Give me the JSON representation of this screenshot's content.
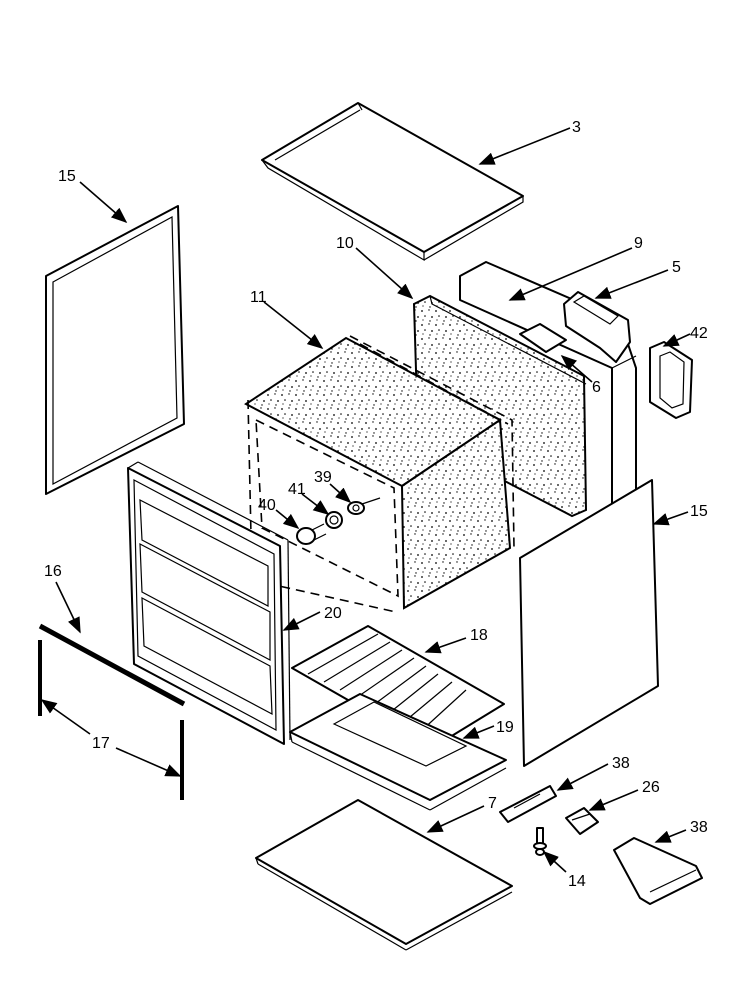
{
  "diagram": {
    "callouts": [
      {
        "id": "c3",
        "label": "3"
      },
      {
        "id": "c15a",
        "label": "15"
      },
      {
        "id": "c10",
        "label": "10"
      },
      {
        "id": "c9",
        "label": "9"
      },
      {
        "id": "c5",
        "label": "5"
      },
      {
        "id": "c11",
        "label": "11"
      },
      {
        "id": "c42",
        "label": "42"
      },
      {
        "id": "c6",
        "label": "6"
      },
      {
        "id": "c39",
        "label": "39"
      },
      {
        "id": "c41",
        "label": "41"
      },
      {
        "id": "c40",
        "label": "40"
      },
      {
        "id": "c15b",
        "label": "15"
      },
      {
        "id": "c16",
        "label": "16"
      },
      {
        "id": "c20",
        "label": "20"
      },
      {
        "id": "c18",
        "label": "18"
      },
      {
        "id": "c19",
        "label": "19"
      },
      {
        "id": "c17",
        "label": "17"
      },
      {
        "id": "c38a",
        "label": "38"
      },
      {
        "id": "c26",
        "label": "26"
      },
      {
        "id": "c7",
        "label": "7"
      },
      {
        "id": "c38b",
        "label": "38"
      },
      {
        "id": "c14",
        "label": "14"
      }
    ]
  }
}
